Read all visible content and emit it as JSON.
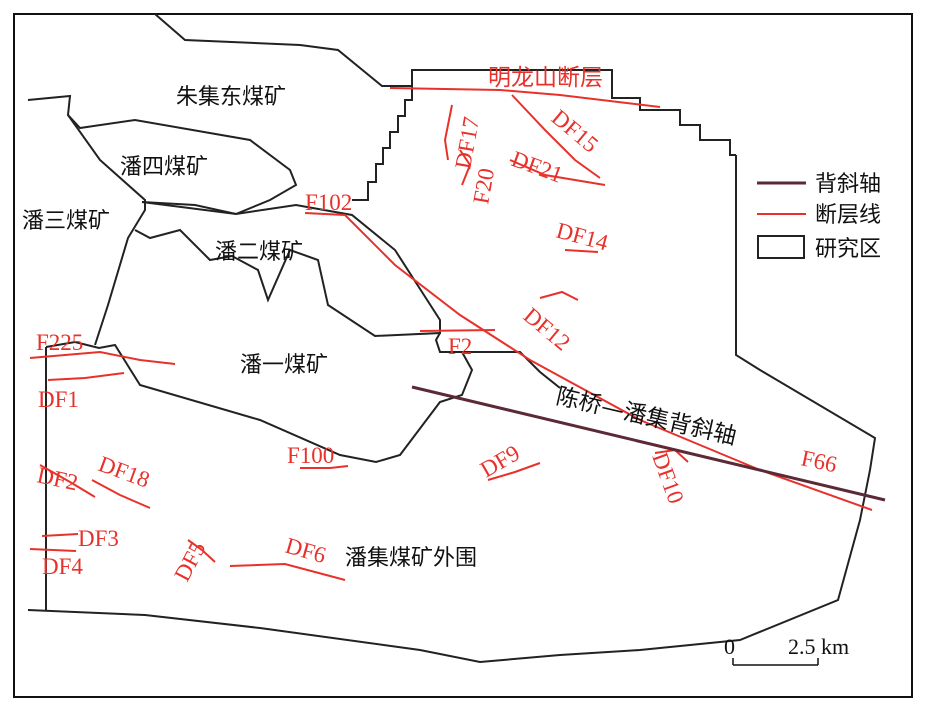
{
  "mines": {
    "zhuji_east": "朱集东煤矿",
    "pan_four": "潘四煤矿",
    "pan_three": "潘三煤矿",
    "pan_two": "潘二煤矿",
    "pan_one": "潘一煤矿",
    "panji_periphery": "潘集煤矿外围"
  },
  "faults": {
    "minglongshan": "明龙山断层",
    "df17": "DF17",
    "df20": "F20",
    "df15": "DF15",
    "df21": "DF21",
    "f102": "F102",
    "df14": "DF14",
    "df12": "DF12",
    "f2": "F2",
    "f225": "F225",
    "df1": "DF1",
    "df9": "DF9",
    "df10": "DF10",
    "f66": "F66",
    "f100": "F100",
    "df2": "DF2",
    "df18": "DF18",
    "df3": "DF3",
    "df4": "DF4",
    "df5": "DF5",
    "df6": "DF6"
  },
  "anticline": {
    "label": "陈桥—潘集背斜轴"
  },
  "legend": {
    "anticline_axis": "背斜轴",
    "fault_line": "断层线",
    "study_area": "研究区"
  },
  "scale": {
    "zero": "0",
    "distance": "2.5 km"
  },
  "colors": {
    "fault": "#e8312a",
    "anticline": "#5b2a36",
    "boundary": "#222222"
  }
}
